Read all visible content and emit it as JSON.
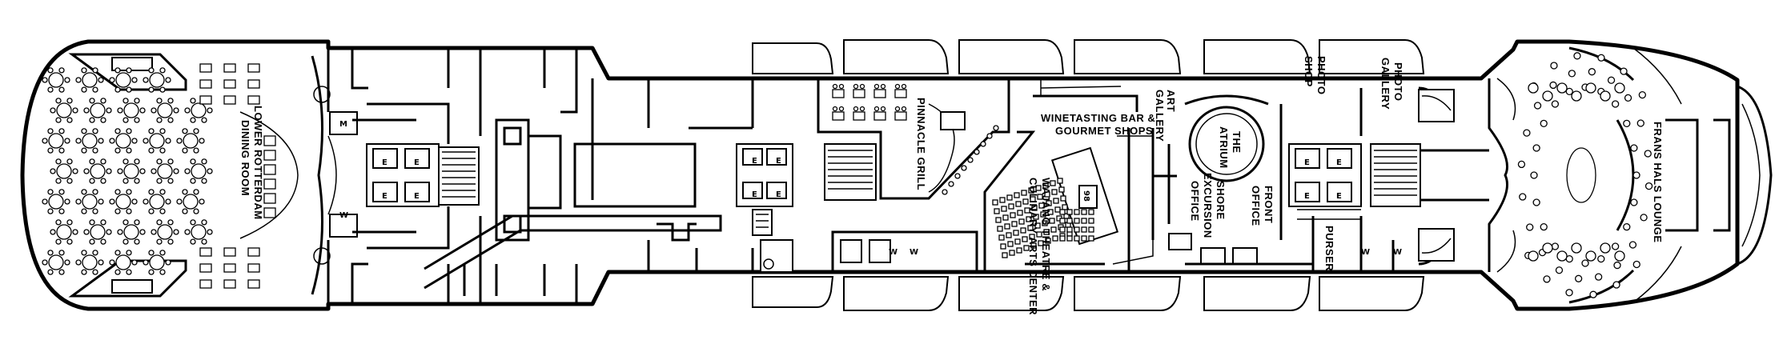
{
  "labels": {
    "lower_rotterdam": "LOWER ROTTERDAM",
    "dining_room": "DINING ROOM",
    "pinnacle_grill": "PINNACLE GRILL",
    "winetasting_1": "WINETASTING BAR &",
    "winetasting_2": "GOURMET SHOPS",
    "wajang_1": "WAJANG THEATRE &",
    "wajang_2": "CULINARY ARTS CENTER",
    "art_1": "ART",
    "art_2": "GALLERY",
    "atrium_1": "THE",
    "atrium_2": "ATRIUM",
    "shore_1": "SHORE",
    "shore_2": "EXCURSION",
    "shore_3": "OFFICE",
    "front_1": "FRONT",
    "front_2": "OFFICE",
    "photo_shop_1": "PHOTO",
    "photo_shop_2": "SHOP",
    "photo_gallery_1": "PHOTO",
    "photo_gallery_2": "GALLERY",
    "purser": "PURSER",
    "frans_hals": "FRANS HALS LOUNGE",
    "elevator": "E",
    "restroom": "W",
    "restroom_men": "M",
    "station": "98"
  },
  "colors": {
    "ink": "#000000",
    "paper": "#ffffff"
  }
}
